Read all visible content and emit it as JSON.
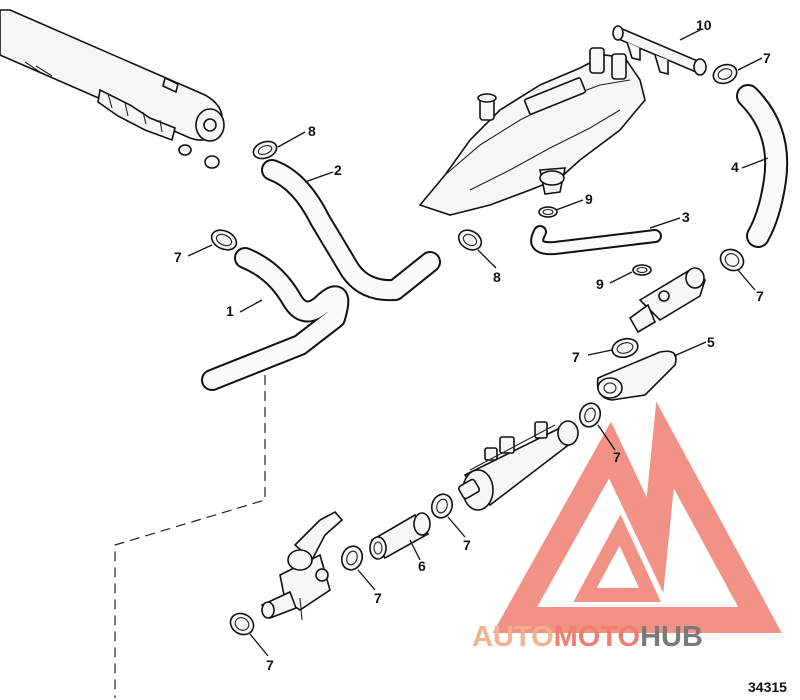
{
  "callouts": {
    "c1": "1",
    "c2": "2",
    "c3": "3",
    "c4": "4",
    "c5": "5",
    "c6": "6",
    "c7": "7",
    "c8": "8",
    "c9": "9",
    "c10": "10"
  },
  "figure_id": "34315",
  "watermark": {
    "part1": "AUTO",
    "part2": "MOTO",
    "part3": "HUB",
    "color_light": "#f5b08c",
    "color_mid": "#f07e70",
    "color_dark": "#7a7a7a"
  }
}
